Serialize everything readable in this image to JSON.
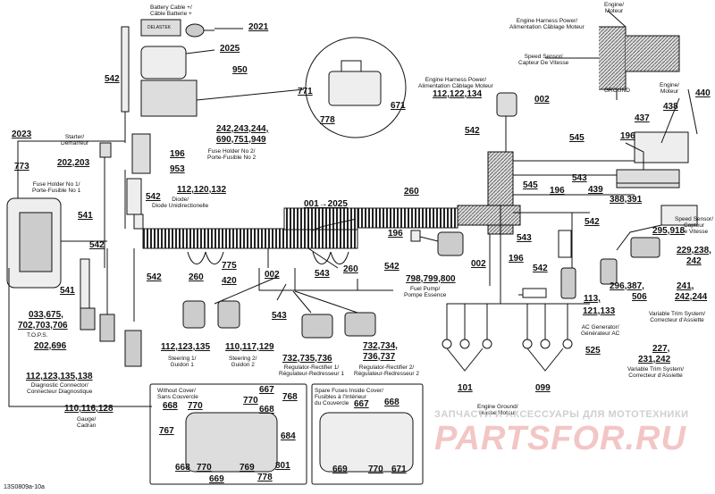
{
  "diagram_title_code": "13S0809a-10a",
  "watermark": {
    "line1": "ЗАПЧАСТИ И АКСЕССУАРЫ ДЛЯ МОТОТЕХНИКИ",
    "line2": "PARTSFOR.RU"
  },
  "captions": {
    "battery_cable": "Battery Cable +/\nCâble Batterie +",
    "fuse_holder_2": "Fuse Holder No 2/\nPorte-Fusible No 2",
    "fuse_holder_1": "Fuse Holder No 1/\nPorte-Fusible No 1",
    "starter": "Starter/\nDémarreur",
    "diode": "Diode/\nDiode Unidirectionelle",
    "engine_harness_top": "Engine Harness Power/\nAlimentation Câblage Moteur",
    "engine_harness_mid": "Engine Harness Power/\nAlimentation Câblage Moteur",
    "speed_sensor_top": "Speed Sensor/\nCapteur De Vitesse",
    "engine_top": "Engine/\nMoteur",
    "ground": "GROUND",
    "engine_right": "Engine/\nMoteur",
    "speed_sensor_right": "Speed Sensor/\nCapteur\nDe Vitesse",
    "variable_trim_1": "Variable Trim System/\nCorrecteur d'Assiette",
    "variable_trim_2": "Variable Trim System/\nCorrecteur d'Assiette",
    "ac_generator": "AC Generator/\nGénérateur AC",
    "fuel_pump": "Fuel Pump/\nPompe Essence",
    "tops": "T.O.P.S.",
    "diagnostic": "Diagnostic Connector/\nConnecteur Diagnostique",
    "gauge": "Gauge/\nCadran",
    "steering_1": "Steering 1/\nGuidon 1",
    "steering_2": "Steering 2/\nGuidon 2",
    "reg_rect_1": "Regulator-Rectifier 1/\nRégulateur-Redresseur 1",
    "reg_rect_2": "Regulator-Rectifier 2/\nRégulateur-Redresseur 2",
    "without_cover": "Without Cover/\nSans Couvercle",
    "spare_fuses": "Spare Fuses Inside Cover/\nFusibles à l'Intérieur\ndu Couvercle",
    "engine_ground": "Engine Ground/\nMasse Moteur",
    "delastek": "DELASTEK"
  },
  "part_numbers": {
    "p2021": "2021",
    "p2025": "2025",
    "p950": "950",
    "p542a": "542",
    "p771": "771",
    "p778a": "778",
    "p671a": "671",
    "p242_244": "242,243,244,",
    "p690": "690,751,949",
    "p196a": "196",
    "p953": "953",
    "p2023": "2023",
    "p773": "773",
    "p202_203": "202,203",
    "p112_120": "112,120,132",
    "p542b": "542",
    "p541a": "541",
    "p542c": "542",
    "p542d": "542",
    "p001_2025": "001→2025",
    "p260a": "260",
    "p260b": "260",
    "p260c": "260",
    "p775": "775",
    "p420": "420",
    "p002a": "002",
    "p543a": "543",
    "p543b": "543",
    "p196b": "196",
    "p542e": "542",
    "p541b": "541",
    "p033": "033,675,",
    "p702": "702,703,706",
    "p202_696": "202,696",
    "p112_123_138": "112,123,135,138",
    "p110_116": "110,116,128",
    "p112_123_135": "112,123,135",
    "p110_117": "110,117,129",
    "p732_735": "732,735,736",
    "p732_734": "732,734,",
    "p736_737": "736,737",
    "p798": "798,799,800",
    "p112_122": "112,122,134",
    "p002b": "002",
    "p542f": "542",
    "p545a": "545",
    "p196c": "196",
    "p437": "437",
    "p438": "438",
    "p440": "440",
    "p545b": "545",
    "p196d": "196",
    "p543c": "543",
    "p439": "439",
    "p388": "388,391",
    "p295": "295,918",
    "p229": "229,238,",
    "p242b": "242",
    "p002c": "002",
    "p196e": "196",
    "p543d": "543",
    "p542g": "542",
    "p542h": "542",
    "p296": "296,387,",
    "p506": "506",
    "p241": "241,",
    "p242_244b": "242,244",
    "p113": "113,",
    "p121": "121,133",
    "p227": "227,",
    "p231": "231,242",
    "p525": "525",
    "p101": "101",
    "p099": "099",
    "p668a": "668",
    "p770a": "770",
    "p667a": "667",
    "p768": "768",
    "p668b": "668",
    "p767": "767",
    "p684": "684",
    "p668c": "668",
    "p770b": "770",
    "p769": "769",
    "p801": "801",
    "p669a": "669",
    "p778b": "778",
    "p667b": "667",
    "p668d": "668",
    "p669b": "669",
    "p770c": "770",
    "p671b": "671"
  },
  "colors": {
    "line": "#111111",
    "watermark_red": "#f3c6c6",
    "watermark_grey": "#d0cfcf"
  }
}
